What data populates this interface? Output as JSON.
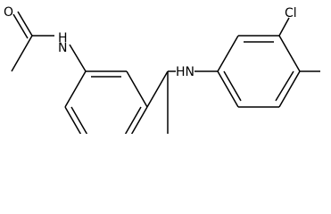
{
  "molecule": {
    "colors": {
      "bond": "#000000",
      "text": "#000000",
      "background": "#ffffff"
    },
    "atom_labels": {
      "carbonyl_oxygen": "O",
      "amide_nitrogen": "N",
      "amide_hydrogen": "H",
      "amine_label": "HN",
      "chlorine": "Cl"
    }
  }
}
